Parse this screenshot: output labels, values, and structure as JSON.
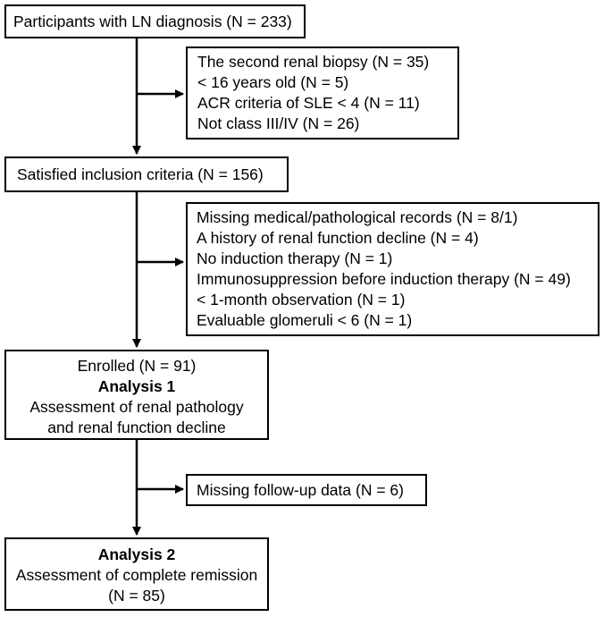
{
  "boxes": {
    "participants": {
      "lines": [
        "Participants with LN diagnosis (N = 233)"
      ]
    },
    "exclusion1": {
      "lines": [
        "The second renal biopsy (N = 35)",
        "< 16 years old (N = 5)",
        "ACR criteria of SLE < 4 (N = 11)",
        "Not class III/IV  (N = 26)"
      ]
    },
    "inclusion": {
      "lines": [
        "Satisfied inclusion criteria (N = 156)"
      ]
    },
    "exclusion2": {
      "lines": [
        "Missing medical/pathological records (N = 8/1)",
        "A history of renal function decline (N = 4)",
        "No induction therapy (N = 1)",
        "Immunosuppression before induction therapy (N = 49)",
        "< 1-month observation (N = 1)",
        "Evaluable glomeruli < 6 (N = 1)"
      ]
    },
    "enrolled": {
      "lines": [
        "Enrolled (N = 91)",
        "Analysis  1",
        "Assessment of renal pathology",
        "and renal function decline"
      ]
    },
    "missing_followup": {
      "lines": [
        "Missing follow-up data (N = 6)"
      ]
    },
    "analysis2": {
      "lines": [
        "Analysis  2",
        "Assessment of complete remission",
        "(N = 85)"
      ]
    }
  }
}
